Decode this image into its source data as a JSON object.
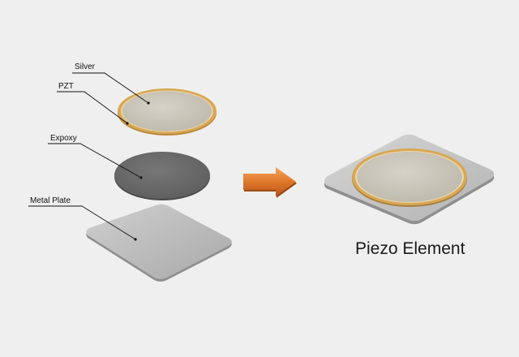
{
  "labels": {
    "silver": "Silver",
    "pzt": "PZT",
    "epoxy": "Expoxy",
    "metal_plate": "Metal Plate"
  },
  "result_title": "Piezo Element",
  "colors": {
    "background": "#efefef",
    "silver_face": "#c9c4b8",
    "pzt_rim": "#d9a855",
    "epoxy": "#6b6b6b",
    "metal_plate": "#b8b8b8",
    "arrow": "#e0782a"
  }
}
